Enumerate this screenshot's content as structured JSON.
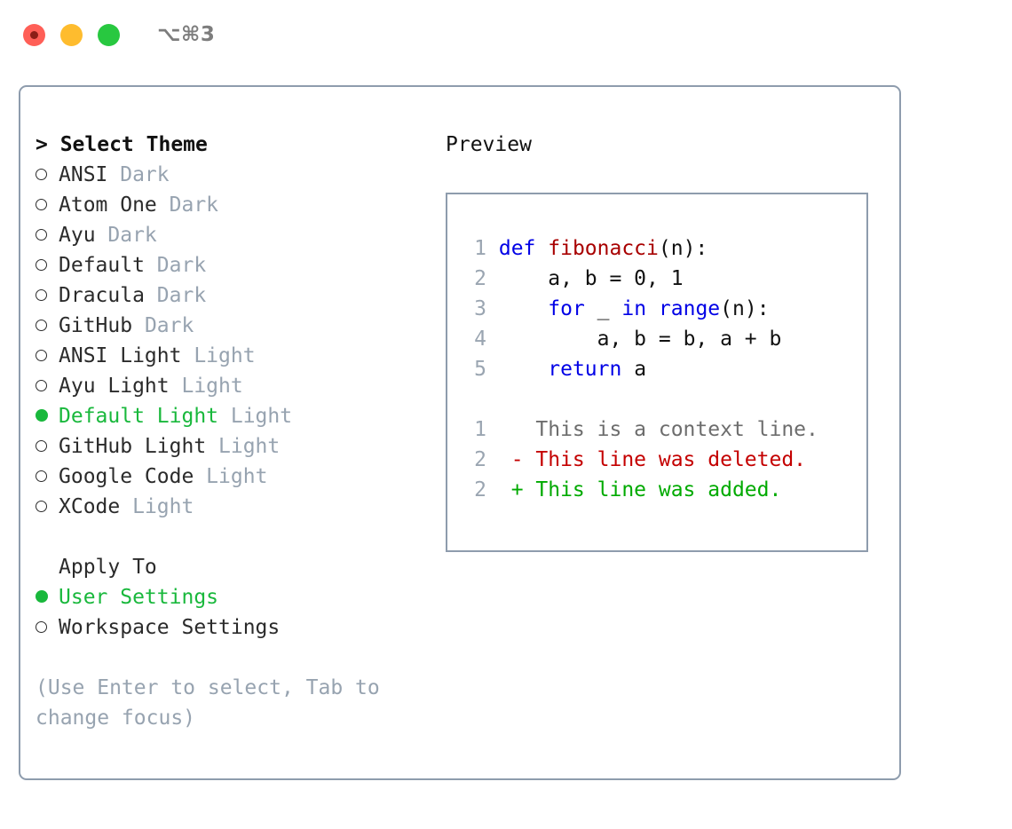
{
  "titlebar": {
    "shortcut": "⌥⌘3",
    "buttons": [
      "close",
      "minimize",
      "maximize"
    ]
  },
  "theme_list": {
    "header": "> Select Theme",
    "items": [
      {
        "marker": "empty",
        "label": "ANSI",
        "suffix": "Dark",
        "selected": false
      },
      {
        "marker": "empty",
        "label": "Atom One",
        "suffix": "Dark",
        "selected": false
      },
      {
        "marker": "empty",
        "label": "Ayu",
        "suffix": "Dark",
        "selected": false
      },
      {
        "marker": "empty",
        "label": "Default",
        "suffix": "Dark",
        "selected": false
      },
      {
        "marker": "empty",
        "label": "Dracula",
        "suffix": "Dark",
        "selected": false
      },
      {
        "marker": "empty",
        "label": "GitHub",
        "suffix": "Dark",
        "selected": false
      },
      {
        "marker": "empty",
        "label": "ANSI Light",
        "suffix": "Light",
        "selected": false
      },
      {
        "marker": "empty",
        "label": "Ayu Light",
        "suffix": "Light",
        "selected": false
      },
      {
        "marker": "filled",
        "label": "Default Light",
        "suffix": "Light",
        "selected": true
      },
      {
        "marker": "empty",
        "label": "GitHub Light",
        "suffix": "Light",
        "selected": false
      },
      {
        "marker": "empty",
        "label": "Google Code",
        "suffix": "Light",
        "selected": false
      },
      {
        "marker": "empty",
        "label": "XCode",
        "suffix": "Light",
        "selected": false
      }
    ]
  },
  "apply_to": {
    "header": "Apply To",
    "items": [
      {
        "marker": "filled",
        "label": "User Settings",
        "selected": true
      },
      {
        "marker": "empty",
        "label": "Workspace Settings",
        "selected": false
      }
    ]
  },
  "hint": "(Use Enter to select, Tab to change focus)",
  "preview": {
    "title": "Preview",
    "code_lines": [
      {
        "num": "1",
        "tokens": [
          {
            "t": "def ",
            "c": "kw"
          },
          {
            "t": "fibonacci",
            "c": "fn"
          },
          {
            "t": "(n):",
            "c": "plain"
          }
        ]
      },
      {
        "num": "2",
        "tokens": [
          {
            "t": "    a, b = 0, 1",
            "c": "plain"
          }
        ]
      },
      {
        "num": "3",
        "tokens": [
          {
            "t": "    ",
            "c": "plain"
          },
          {
            "t": "for",
            "c": "kw"
          },
          {
            "t": " _ ",
            "c": "plain"
          },
          {
            "t": "in",
            "c": "kw"
          },
          {
            "t": " ",
            "c": "plain"
          },
          {
            "t": "range",
            "c": "kw"
          },
          {
            "t": "(n):",
            "c": "plain"
          }
        ]
      },
      {
        "num": "4",
        "tokens": [
          {
            "t": "        a, b = b, a + b",
            "c": "plain"
          }
        ]
      },
      {
        "num": "5",
        "tokens": [
          {
            "t": "    ",
            "c": "plain"
          },
          {
            "t": "return",
            "c": "kw"
          },
          {
            "t": " a",
            "c": "plain"
          }
        ]
      }
    ],
    "diff_lines": [
      {
        "num": "1",
        "marker": " ",
        "text": "This is a context line.",
        "kind": "ctx"
      },
      {
        "num": "2",
        "marker": "-",
        "text": "This line was deleted.",
        "kind": "del"
      },
      {
        "num": "2",
        "marker": "+",
        "text": "This line was added.",
        "kind": "add"
      }
    ]
  },
  "colors": {
    "accent_green": "#19b83c",
    "muted": "#97a3b0",
    "border": "#8e9cad",
    "keyword": "#0000e6",
    "function": "#a80000",
    "diff_deleted": "#c40000",
    "diff_added": "#00aa00",
    "traffic_red": "#ff5f57",
    "traffic_yellow": "#febc2e",
    "traffic_green": "#28c840"
  }
}
